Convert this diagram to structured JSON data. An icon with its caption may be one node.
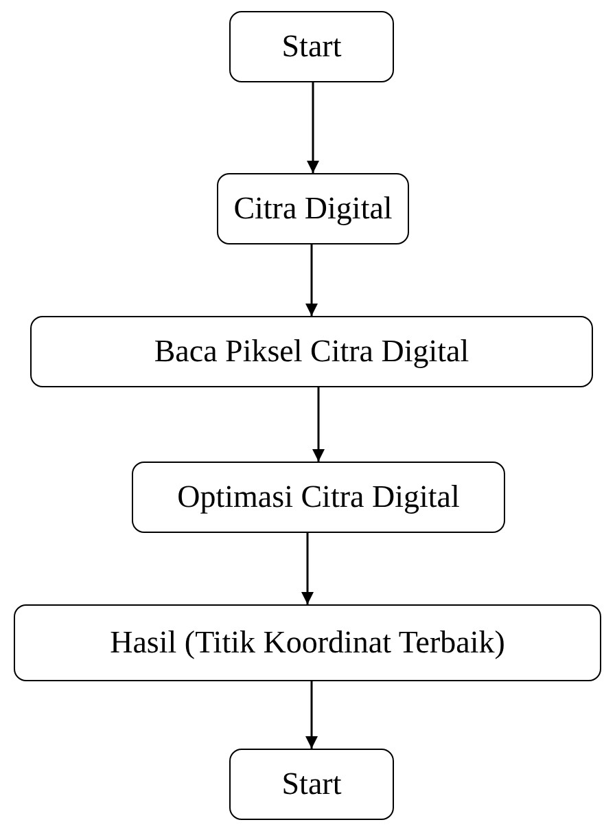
{
  "diagram": {
    "nodes": [
      {
        "text": [
          "Start"
        ]
      },
      {
        "text": [
          "Citra Digital"
        ]
      },
      {
        "text": [
          "Baca Piksel Citra Digital"
        ]
      },
      {
        "text": [
          "Optimasi Citra Digital"
        ]
      },
      {
        "text": [
          "Hasil (Titik Koordinat Terbaik)"
        ]
      },
      {
        "text": [
          "Start"
        ]
      }
    ],
    "edges": [
      {
        "from": 0,
        "to": 1,
        "arrow": "to"
      },
      {
        "from": 1,
        "to": 2,
        "arrow": "to"
      },
      {
        "from": 2,
        "to": 3,
        "arrow": "to"
      },
      {
        "from": 3,
        "to": 4,
        "arrow": "to"
      },
      {
        "from": 4,
        "to": 5,
        "arrow": "to"
      }
    ]
  }
}
